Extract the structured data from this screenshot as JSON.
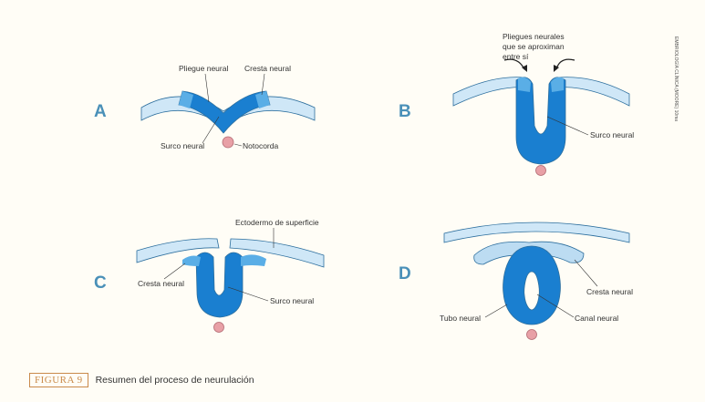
{
  "panels": {
    "a": {
      "letter": "A",
      "labels": {
        "pliegue": "Pliegue neural",
        "cresta": "Cresta neural",
        "surco": "Surco neural",
        "notocorda": "Notocorda"
      }
    },
    "b": {
      "letter": "B",
      "labels": {
        "pliegues_l1": "Pliegues neurales",
        "pliegues_l2": "que se aproximan",
        "pliegues_l3": "entre sí",
        "surco": "Surco neural"
      }
    },
    "c": {
      "letter": "C",
      "labels": {
        "ectodermo": "Ectodermo de superficie",
        "cresta": "Cresta neural",
        "surco": "Surco neural"
      }
    },
    "d": {
      "letter": "D",
      "labels": {
        "cresta": "Cresta neural",
        "tubo": "Tubo neural",
        "canal": "Canal neural"
      }
    }
  },
  "side_credit": "EMBRIOLOGÍA CLÍNICA (MOORE) 10ma",
  "caption": {
    "figure_label": "FIGURA 9",
    "text": "Resumen del proceso de neurulación"
  },
  "colors": {
    "dark_blue": "#1a7fd0",
    "light_blue": "#cfe7f7",
    "mid_blue": "#5aaee6",
    "outline": "#2d6f9e",
    "notochord": "#e8a0a6",
    "letter": "#4a90b8"
  }
}
